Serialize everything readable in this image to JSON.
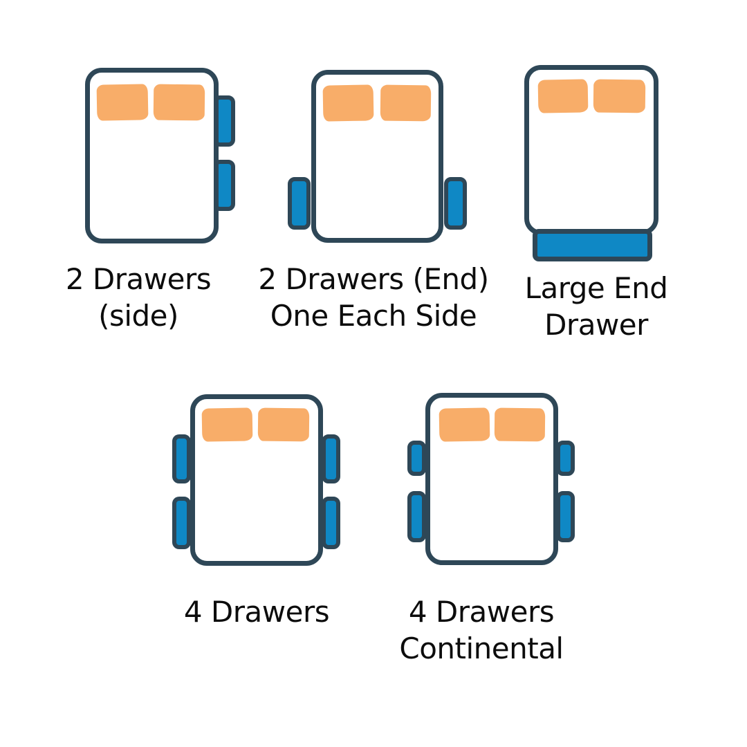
{
  "canvas_bg": "#ffffff",
  "colors": {
    "outline": "#2e4757",
    "drawer_fill": "#0f88c5",
    "pillow_fill": "#f8ad69",
    "label_text": "#0c0c0c",
    "canvas_bg": "#ffffff"
  },
  "figures": [
    {
      "id": "two-drawers-side",
      "label_lines": [
        "2 Drawers",
        "(side)"
      ],
      "drawer_count": 2,
      "drawers": [
        "right-upper",
        "right-lower"
      ]
    },
    {
      "id": "two-drawers-end-one-each-side",
      "label_lines": [
        "2 Drawers (End)",
        "One Each Side"
      ],
      "drawer_count": 2,
      "drawers": [
        "left-end",
        "right-end"
      ]
    },
    {
      "id": "large-end-drawer",
      "label_lines": [
        "Large End",
        "Drawer"
      ],
      "drawer_count": 1,
      "drawers": [
        "foot-end-large"
      ]
    },
    {
      "id": "four-drawers",
      "label_lines": [
        "4 Drawers"
      ],
      "drawer_count": 4,
      "drawers": [
        "left-upper",
        "left-lower",
        "right-upper",
        "right-lower"
      ]
    },
    {
      "id": "four-drawers-continental",
      "label_lines": [
        "4 Drawers",
        "Continental"
      ],
      "drawer_count": 4,
      "drawers": [
        "left-upper-short",
        "left-lower",
        "right-upper-short",
        "right-lower"
      ]
    }
  ]
}
